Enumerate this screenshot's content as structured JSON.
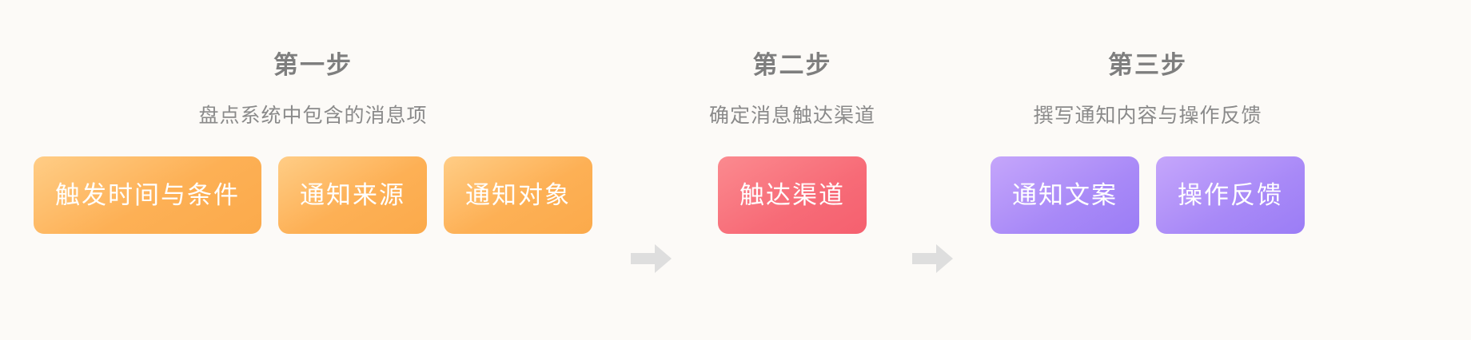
{
  "background_color": "#FCFAF7",
  "heading_color": "#7E7E7E",
  "subtitle_color": "#8A8A8A",
  "arrow_color": "#DEDEDE",
  "steps": [
    {
      "heading": "第一步",
      "subtitle": "盘点系统中包含的消息项",
      "accent_color": "#FDB055",
      "chips": [
        {
          "label": "触发时间与条件"
        },
        {
          "label": "通知来源"
        },
        {
          "label": "通知对象"
        }
      ]
    },
    {
      "heading": "第二步",
      "subtitle": "确定消息触达渠道",
      "accent_color": "#F76B77",
      "chips": [
        {
          "label": "触达渠道"
        }
      ]
    },
    {
      "heading": "第三步",
      "subtitle": "撰写通知内容与操作反馈",
      "accent_color": "#A889F7",
      "chips": [
        {
          "label": "通知文案"
        },
        {
          "label": "操作反馈"
        }
      ]
    }
  ],
  "connectors": [
    {
      "icon": "arrow-right-icon"
    },
    {
      "icon": "arrow-right-icon"
    }
  ]
}
